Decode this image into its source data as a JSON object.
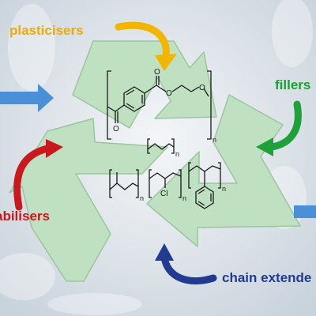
{
  "background_color": "#dfe5ea",
  "recycle_symbol": {
    "icon": "recycling-arrows-icon",
    "color": "#bfe0c1",
    "edge_color": "#9cc59f"
  },
  "labels": {
    "plasticisers": {
      "text": "plasticisers",
      "color": "#f2a900"
    },
    "fillers": {
      "text": "fillers",
      "color": "#1b9e34"
    },
    "stabilisers": {
      "text": "abilisers",
      "color": "#c8191f"
    },
    "chain_extenders": {
      "text": "chain extende",
      "color": "#233a93"
    }
  },
  "side_arrows": {
    "color": "#4a90d9"
  },
  "structures": {
    "pet": {
      "repeat_subscript": "n",
      "atoms": [
        "O",
        "O",
        "O",
        "O"
      ]
    },
    "polyethylene": {
      "repeat_subscript": "n"
    },
    "polypropylene": {
      "repeat_subscript": "n"
    },
    "pvc": {
      "repeat_subscript": "n",
      "atom": "Cl"
    },
    "polystyrene": {
      "repeat_subscript": "n"
    }
  }
}
